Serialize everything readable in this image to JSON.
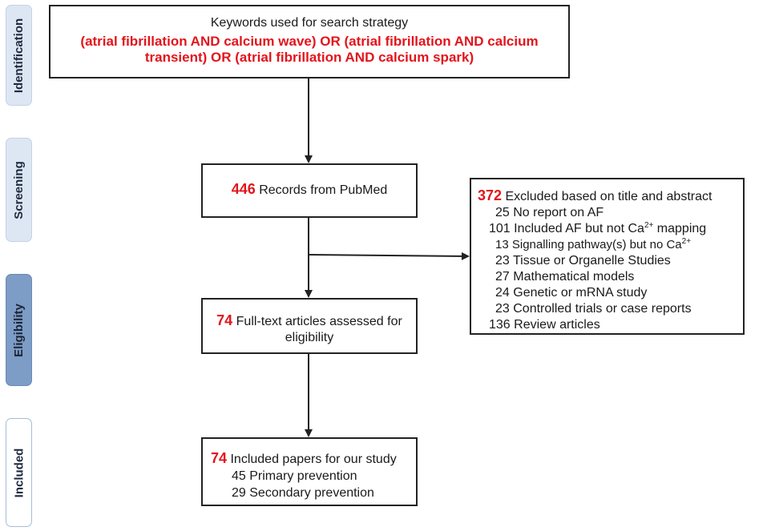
{
  "stages": {
    "identification": "Identification",
    "screening": "Screening",
    "eligibility": "Eligibility",
    "included": "Included"
  },
  "search": {
    "title": "Keywords used for search strategy",
    "query_line1": "(atrial fibrillation AND calcium wave) OR (atrial fibrillation AND calcium",
    "query_line2": "transient) OR (atrial fibrillation AND calcium spark)"
  },
  "records": {
    "count": "446",
    "label": "Records from PubMed"
  },
  "fulltext": {
    "count": "74",
    "label_line1": "Full-text articles assessed for",
    "label_line2": "eligibility"
  },
  "included": {
    "count": "74",
    "label": "Included papers for our study",
    "items": [
      {
        "n": "45",
        "text": "Primary prevention"
      },
      {
        "n": "29",
        "text": "Secondary prevention"
      }
    ]
  },
  "excluded": {
    "count": "372",
    "label": "Excluded based on title and abstract",
    "items": [
      {
        "n": "25",
        "text": "No report on AF",
        "pre": "",
        "sup": "",
        "post": ""
      },
      {
        "n": "101",
        "text": "Included AF but not Ca",
        "sup": "2+",
        "post": " mapping"
      },
      {
        "n": "13",
        "text": "Signalling pathway(s) but no Ca",
        "sup": "2+",
        "post": ""
      },
      {
        "n": "23",
        "text": "Tissue or Organelle Studies",
        "sup": "",
        "post": ""
      },
      {
        "n": "27",
        "text": "Mathematical models",
        "sup": "",
        "post": ""
      },
      {
        "n": "24",
        "text": "Genetic or mRNA study",
        "sup": "",
        "post": ""
      },
      {
        "n": "23",
        "text": "Controlled trials or case reports",
        "sup": "",
        "post": ""
      },
      {
        "n": "136",
        "text": "Review articles",
        "sup": "",
        "post": ""
      }
    ]
  },
  "colors": {
    "accent_red": "#e3141b",
    "stage_light": "#dde7f3",
    "stage_dark": "#7d9cc6",
    "border": "#222222"
  }
}
